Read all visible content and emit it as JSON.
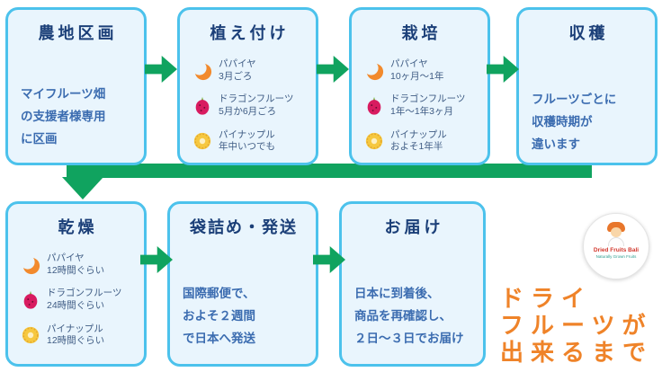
{
  "title": "ドライフルーツが出来るまで",
  "colors": {
    "box_border": "#4cc2ec",
    "box_fill": "#e9f5fd",
    "arrow_green": "#10a35f",
    "title_navy": "#1b3f78",
    "body_blue": "#3b6cb0",
    "item_text": "#3f5c84",
    "caption_orange": "#ef8329"
  },
  "steps": [
    {
      "title": "農地区画",
      "description": "マイフルーツ畑\nの支援者様専用\nに区画"
    },
    {
      "title": "植え付け",
      "items": [
        {
          "icon": "papaya-icon",
          "name": "パパイヤ",
          "detail": "3月ごろ"
        },
        {
          "icon": "dragonfruit-icon",
          "name": "ドラゴンフルーツ",
          "detail": "5月か6月ごろ"
        },
        {
          "icon": "pineapple-icon",
          "name": "パイナップル",
          "detail": "年中いつでも"
        }
      ]
    },
    {
      "title": "栽培",
      "items": [
        {
          "icon": "papaya-icon",
          "name": "パパイヤ",
          "detail": "10ヶ月～1年"
        },
        {
          "icon": "dragonfruit-icon",
          "name": "ドラゴンフルーツ",
          "detail": "1年～1年3ヶ月"
        },
        {
          "icon": "pineapple-icon",
          "name": "パイナップル",
          "detail": "およそ1年半"
        }
      ]
    },
    {
      "title": "収穫",
      "description": "フルーツごとに\n収穫時期が\n違います"
    },
    {
      "title": "乾燥",
      "items": [
        {
          "icon": "papaya-icon",
          "name": "パパイヤ",
          "detail": "12時間ぐらい"
        },
        {
          "icon": "dragonfruit-icon",
          "name": "ドラゴンフルーツ",
          "detail": "24時間ぐらい"
        },
        {
          "icon": "pineapple-icon",
          "name": "パイナップル",
          "detail": "12時間ぐらい"
        }
      ]
    },
    {
      "title": "袋詰め・発送",
      "description": "国際郵便で、\nおよそ２週間\nで日本へ発送"
    },
    {
      "title": "お届け",
      "description": "日本に到着後、\n商品を再確認し、\n２日～３日でお届け"
    }
  ],
  "caption_lines": [
    "ドライ",
    "フルーツが",
    "出来るまで"
  ],
  "badge": {
    "line1": "Dried Fruits Bali",
    "line2": "Naturally Grown Fruits"
  }
}
